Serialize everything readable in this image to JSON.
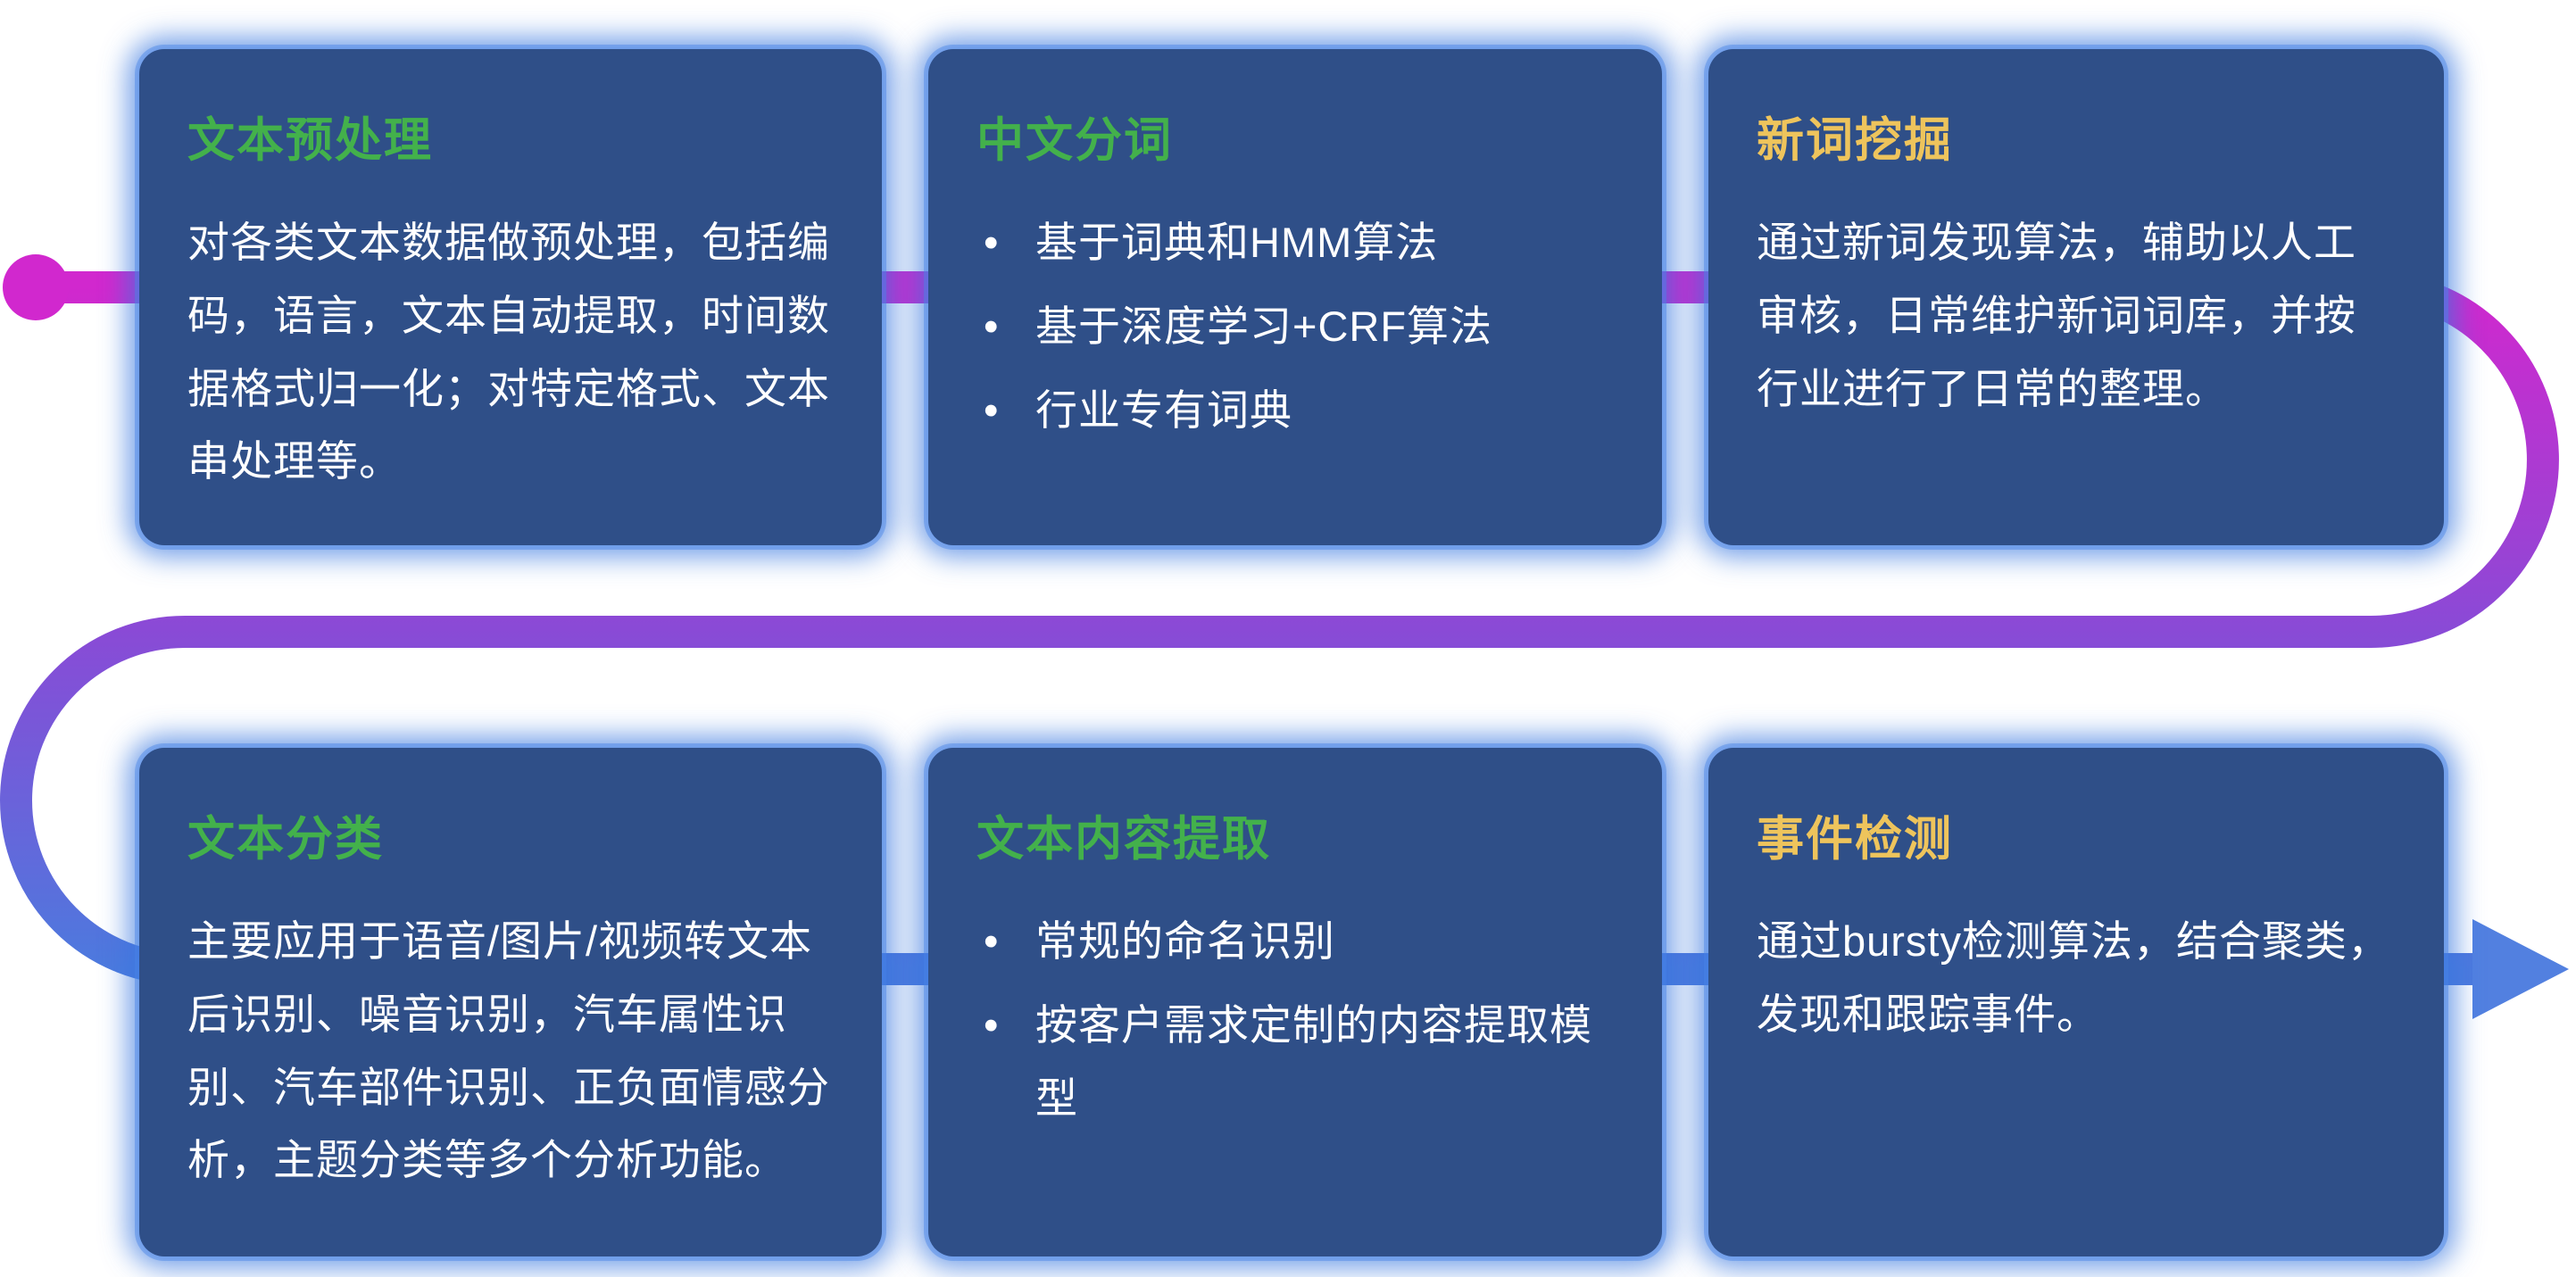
{
  "diagram": {
    "flow": {
      "start_dot_color": "#d128ce",
      "gradient_top_color": "#d128ce",
      "gradient_middle_color": "#8a4ad6",
      "gradient_bottom_color": "#4c7ade",
      "arrow_color": "#5280e0"
    },
    "style": {
      "card_background": "#2f4f88",
      "card_glow_color": "#3b78e0",
      "green_title_color": "#43b14b",
      "yellow_title_color": "#eec45c",
      "body_text_color": "#ffffff"
    },
    "cards": [
      {
        "title": "文本预处理",
        "title_color": "#43b14b",
        "body": "对各类文本数据做预处理，包括编码，语言，文本自动提取，时间数据格式归一化；对特定格式、文本串处理等。"
      },
      {
        "title": "中文分词",
        "title_color": "#43b14b",
        "bullets": [
          "基于词典和HMM算法",
          "基于深度学习+CRF算法",
          "行业专有词典"
        ]
      },
      {
        "title": "新词挖掘",
        "title_color": "#eec45c",
        "body": "通过新词发现算法，辅助以人工审核，日常维护新词词库，并按行业进行了日常的整理。"
      },
      {
        "title": "文本分类",
        "title_color": "#43b14b",
        "body": "主要应用于语音/图片/视频转文本后识别、噪音识别，汽车属性识别、汽车部件识别、正负面情感分析，主题分类等多个分析功能。"
      },
      {
        "title": "文本内容提取",
        "title_color": "#43b14b",
        "bullets": [
          "常规的命名识别",
          "按客户需求定制的内容提取模型"
        ]
      },
      {
        "title": "事件检测",
        "title_color": "#eec45c",
        "body": "通过bursty检测算法，结合聚类，发现和跟踪事件。"
      }
    ]
  }
}
